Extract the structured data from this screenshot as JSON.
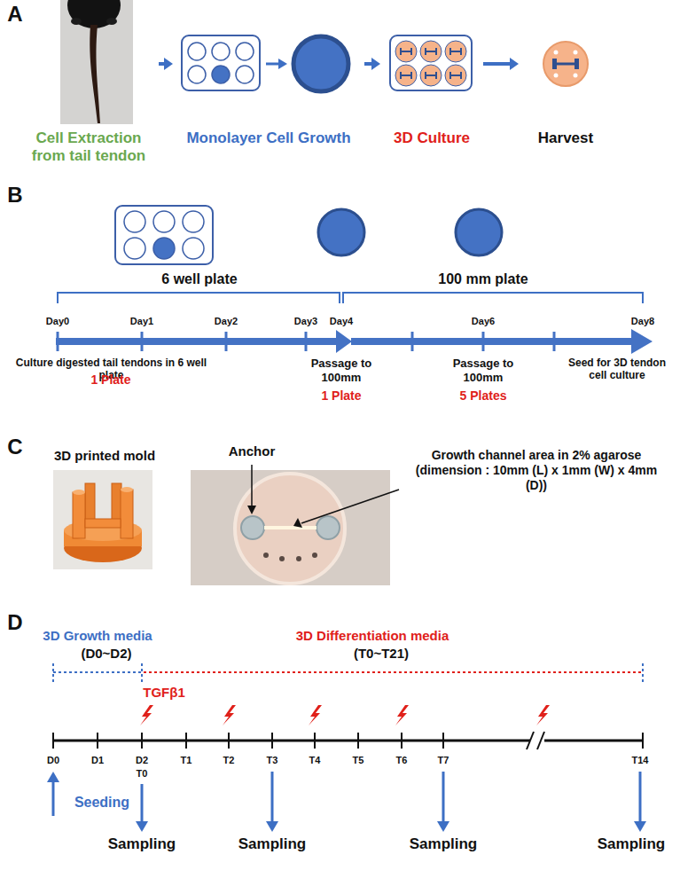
{
  "diagram": {
    "nodes": [
      {
        "text": [
          "Cell Extraction from tail tendon"
        ]
      },
      {
        "text": [
          "Monolayer Cell Growth"
        ]
      },
      {
        "text": [
          "3D Culture"
        ]
      },
      {
        "text": [
          "Harvest"
        ]
      }
    ],
    "edges": [
      {
        "from": 0,
        "to": 1,
        "arrow": "to"
      },
      {
        "from": 1,
        "to": 2,
        "arrow": "to"
      },
      {
        "from": 2,
        "to": 3,
        "arrow": "to"
      }
    ],
    "labels": [
      "A",
      "B",
      "6 well plate",
      "100 mm plate",
      "Day0",
      "Day1",
      "Day2",
      "Day3",
      "Day4",
      "Day6",
      "Day8",
      "Culture digested tail tendons in 6 well plate",
      "1 Plate",
      "Passage to 100mm",
      "1 Plate",
      "Passage to 100mm",
      "5 Plates",
      "Seed for 3D tendon cell culture",
      "C",
      "3D printed mold",
      "Anchor",
      "Growth channel area in 2% agarose (dimension : 10mm (L) x 1mm (W) x 4mm (D))",
      "D",
      "3D Growth media",
      "(D0~D2)",
      "3D Differentiation media",
      "(T0~T21)",
      "TGFβ1",
      "D0",
      "D1",
      "D2",
      "T0",
      "T1",
      "T2",
      "T3",
      "T4",
      "T5",
      "T6",
      "T7",
      "T14",
      "Seeding",
      "Sampling",
      "Sampling",
      "Sampling",
      "Sampling"
    ]
  }
}
